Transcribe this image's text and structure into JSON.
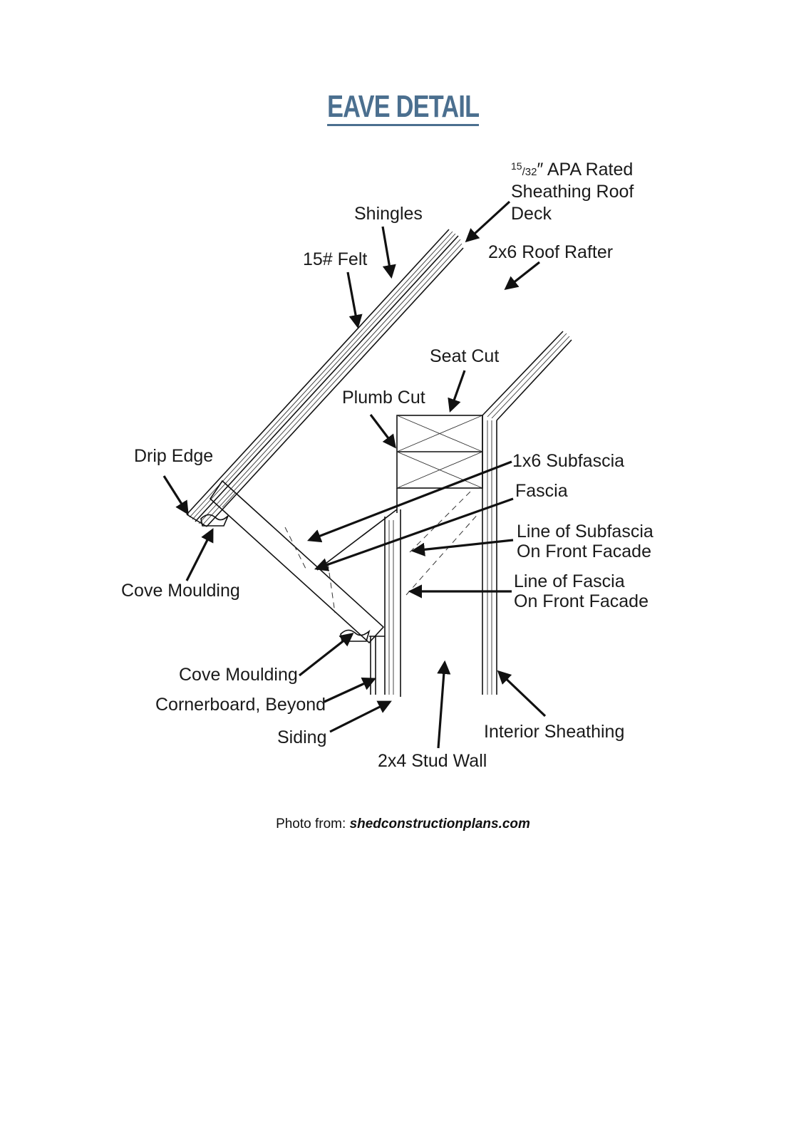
{
  "title": "EAVE DETAIL",
  "colors": {
    "title": "#4b6f8f",
    "lines": "#111111"
  },
  "labels": {
    "sheathing_line1_sup": "15",
    "sheathing_line1_sub": "/32",
    "sheathing_line1_rest": "″ APA Rated",
    "sheathing_line2": "Sheathing Roof",
    "sheathing_line3": "Deck",
    "shingles": "Shingles",
    "felt": "15# Felt",
    "roof_rafter": "2x6 Roof Rafter",
    "seat_cut": "Seat Cut",
    "plumb_cut": "Plumb Cut",
    "drip_edge": "Drip Edge",
    "subfascia": "1x6 Subfascia",
    "fascia": "Fascia",
    "line_subfascia_1": "Line of Subfascia",
    "line_subfascia_2": "On Front Facade",
    "line_fascia_1": "Line of Fascia",
    "line_fascia_2": "On Front Facade",
    "cove_moulding_upper": "Cove Moulding",
    "cove_moulding_lower": "Cove Moulding",
    "cornerboard": "Cornerboard, Beyond",
    "siding": "Siding",
    "interior_sheathing": "Interior Sheathing",
    "stud_wall": "2x4 Stud Wall"
  },
  "credit": {
    "prefix": "Photo from: ",
    "source": "shedconstructionplans.com"
  }
}
